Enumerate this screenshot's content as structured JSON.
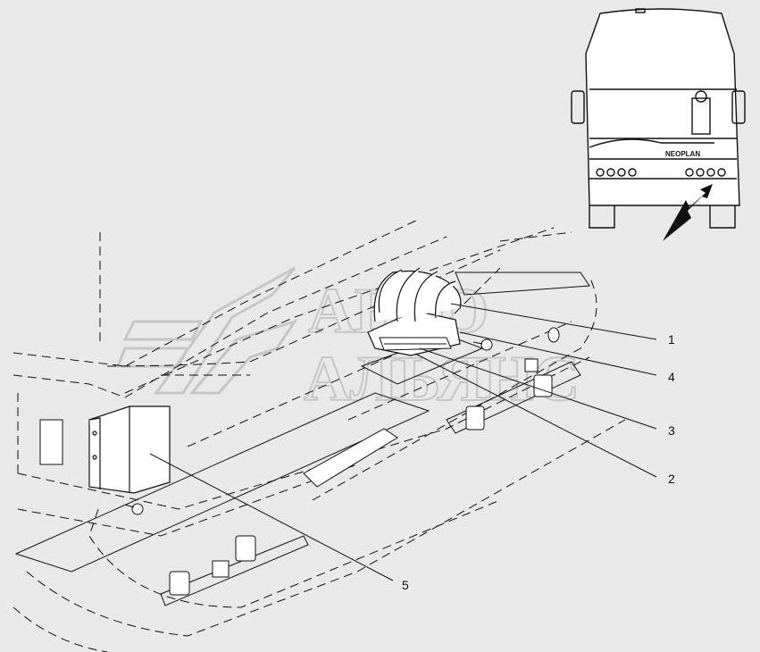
{
  "diagram": {
    "callouts": [
      {
        "id": "1",
        "label": "1"
      },
      {
        "id": "4",
        "label": "4"
      },
      {
        "id": "3",
        "label": "3"
      },
      {
        "id": "2",
        "label": "2"
      },
      {
        "id": "5",
        "label": "5"
      }
    ],
    "inset": {
      "badge_text": "NEOPLAN"
    },
    "watermark": {
      "line1": "АВТО",
      "line2": "АЛЬЯНС"
    },
    "colors": {
      "background": "#e9e9e9",
      "line": "#111111",
      "watermark": "#c6c6c6",
      "inset_bg": "#ffffff"
    }
  }
}
